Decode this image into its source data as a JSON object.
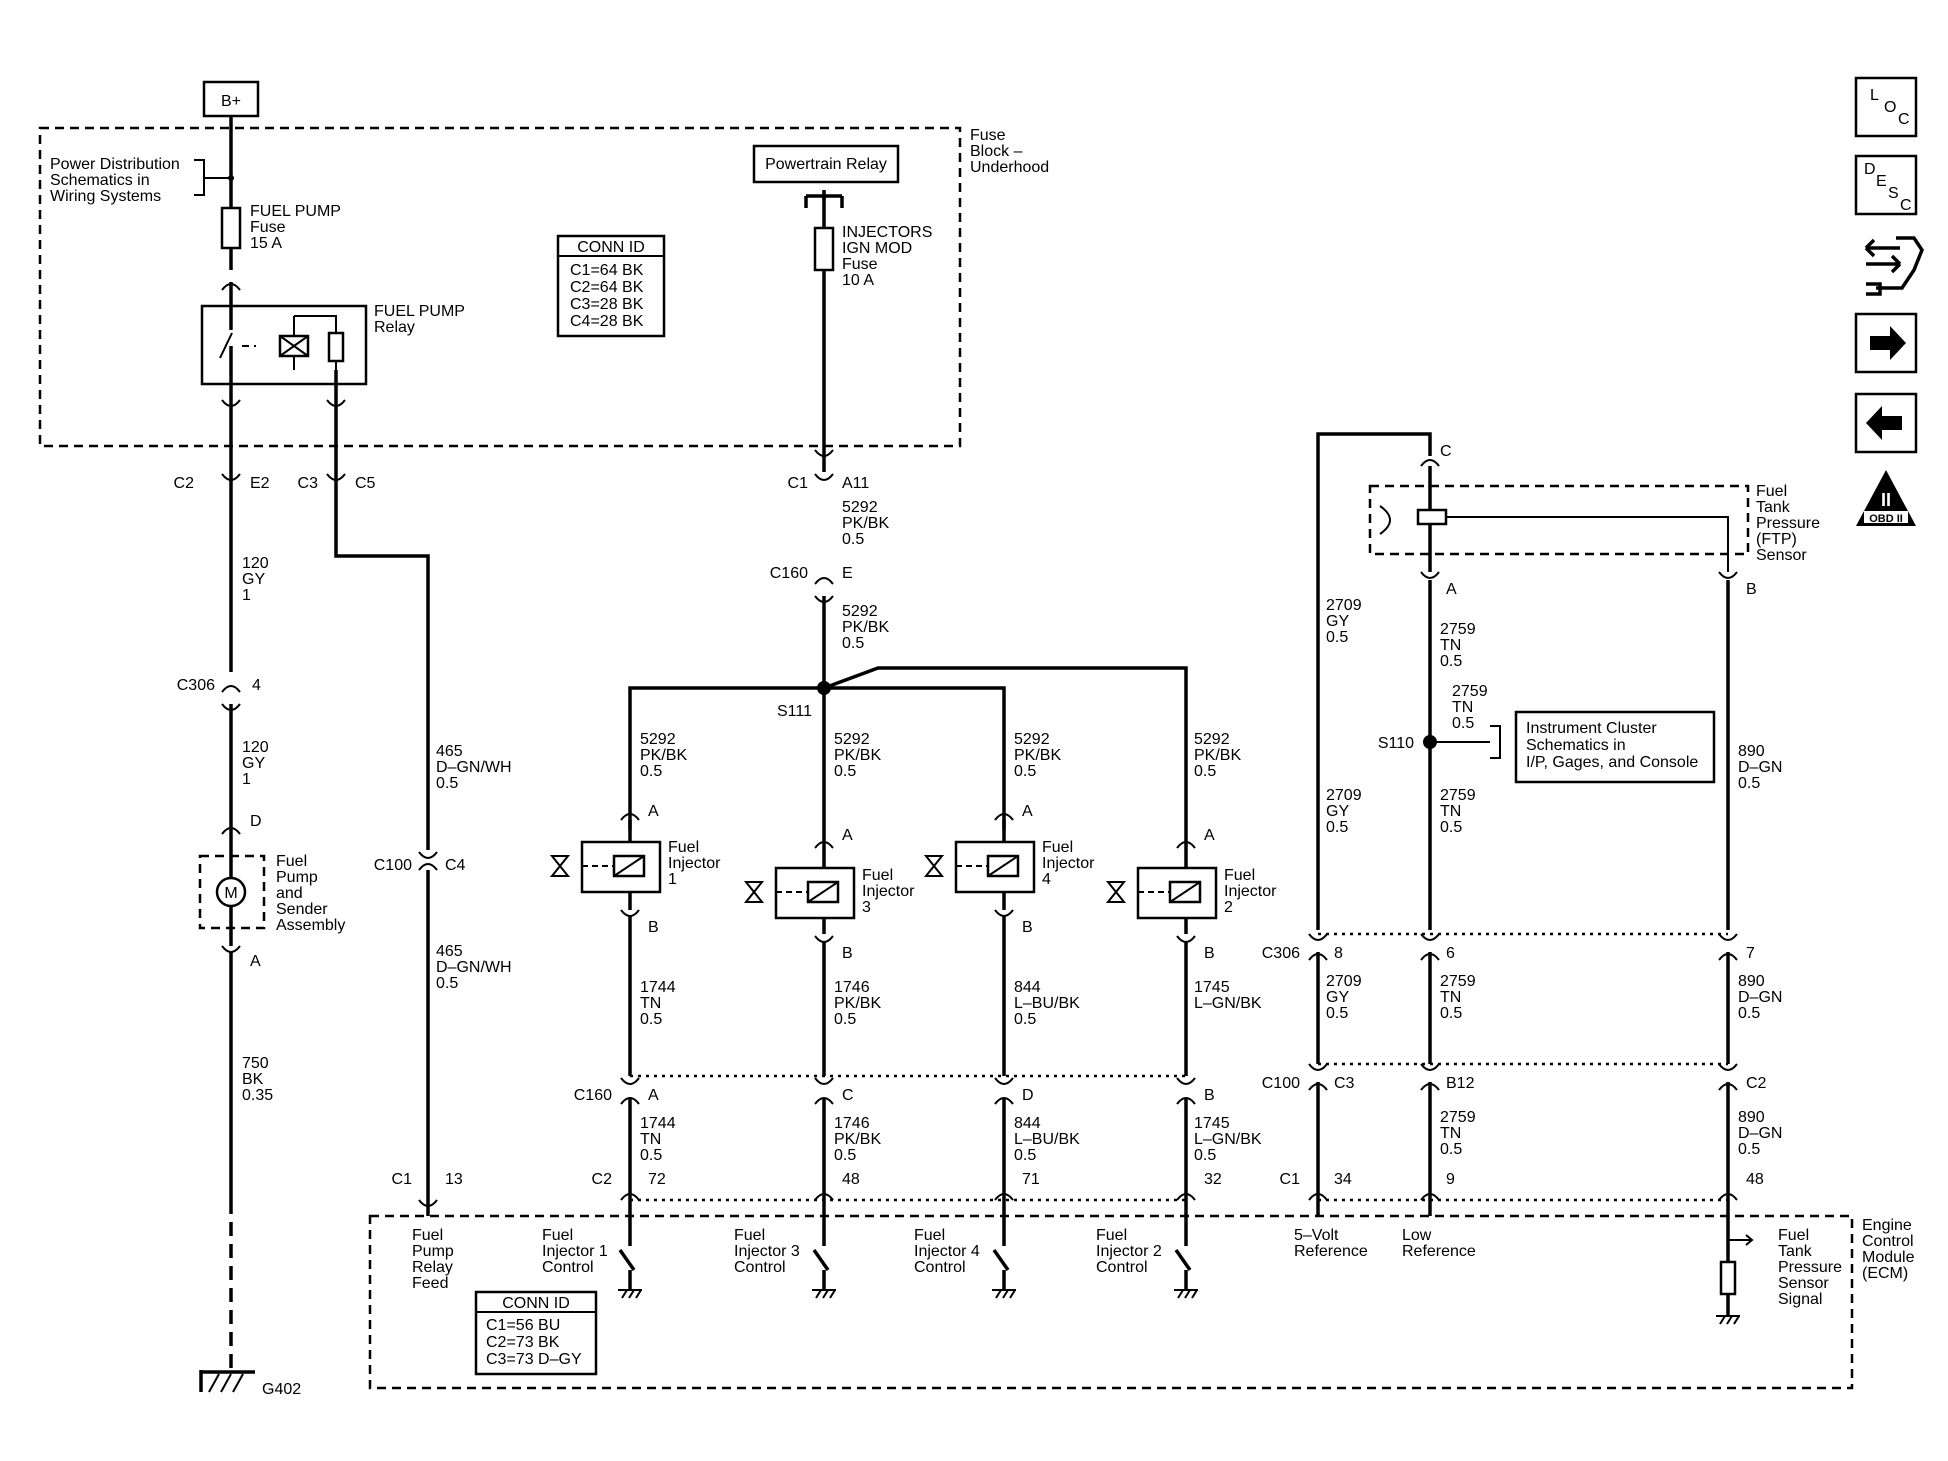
{
  "labels": {
    "bplus": "B+",
    "fuseblock": [
      "Fuse",
      "Block –",
      "Underhood"
    ],
    "pds": [
      "Power Distribution",
      "Schematics in",
      "Wiring Systems"
    ],
    "fp_fuse": [
      "FUEL PUMP",
      "Fuse",
      "15 A"
    ],
    "fp_relay": [
      "FUEL PUMP",
      "Relay"
    ],
    "conn1_title": "CONN ID",
    "conn1": [
      "C1=64 BK",
      "C2=64 BK",
      "C3=28 BK",
      "C4=28 BK"
    ],
    "pt_relay": "Powertrain Relay",
    "inj_fuse": [
      "INJECTORS",
      "IGN MOD",
      "Fuse",
      "10 A"
    ],
    "c2": "C2",
    "e2": "E2",
    "c3": "C3",
    "c5": "C5",
    "c1": "C1",
    "a11": "A11",
    "w5292": [
      "5292",
      "PK/BK",
      "0.5"
    ],
    "c160": "C160",
    "e": "E",
    "s111": "S111",
    "w120": [
      "120",
      "GY",
      "1"
    ],
    "c306": "C306",
    "p4": "4",
    "d": "D",
    "fp_asm": [
      "Fuel",
      "Pump",
      "and",
      "Sender",
      "Assembly"
    ],
    "a": "A",
    "b": "B",
    "c": "C",
    "m": "M",
    "w750": [
      "750",
      "BK",
      "0.35"
    ],
    "g402": "G402",
    "w465": [
      "465",
      "D–GN/WH",
      "0.5"
    ],
    "c100": "C100",
    "c4": "C4",
    "p13": "13",
    "inj1": [
      "Fuel",
      "Injector",
      "1"
    ],
    "inj3": [
      "Fuel",
      "Injector",
      "3"
    ],
    "inj4": [
      "Fuel",
      "Injector",
      "4"
    ],
    "inj2": [
      "Fuel",
      "Injector",
      "2"
    ],
    "w1744": [
      "1744",
      "TN",
      "0.5"
    ],
    "w1746": [
      "1746",
      "PK/BK",
      "0.5"
    ],
    "w844": [
      "844",
      "L–BU/BK",
      "0.5"
    ],
    "w1745": [
      "1745",
      "L–GN/BK"
    ],
    "w1745b": [
      "1745",
      "L–GN/BK",
      "0.5"
    ],
    "p72": "72",
    "p48": "48",
    "p71": "71",
    "p32": "32",
    "ecm_fprf": [
      "Fuel",
      "Pump",
      "Relay",
      "Feed"
    ],
    "ecm_i1": [
      "Fuel",
      "Injector 1",
      "Control"
    ],
    "ecm_i3": [
      "Fuel",
      "Injector 3",
      "Control"
    ],
    "ecm_i4": [
      "Fuel",
      "Injector 4",
      "Control"
    ],
    "ecm_i2": [
      "Fuel",
      "Injector 2",
      "Control"
    ],
    "conn2_title": "CONN ID",
    "conn2": [
      "C1=56 BU",
      "C2=73 BK",
      "C3=73 D–GY"
    ],
    "ftp": [
      "Fuel",
      "Tank",
      "Pressure",
      "(FTP)",
      "Sensor"
    ],
    "w2709": [
      "2709",
      "GY",
      "0.5"
    ],
    "w2759": [
      "2759",
      "TN",
      "0.5"
    ],
    "w890": [
      "890",
      "D–GN",
      "0.5"
    ],
    "s110": "S110",
    "ic": [
      "Instrument Cluster",
      "Schematics in",
      "I/P, Gages, and Console"
    ],
    "p8": "8",
    "p6": "6",
    "p7": "7",
    "c3b": "C3",
    "b12": "B12",
    "c2b": "C2",
    "p34": "34",
    "p9": "9",
    "ecm_5v": [
      "5–Volt",
      "Reference"
    ],
    "ecm_low": [
      "Low",
      "Reference"
    ],
    "ecm_ftp": [
      "Fuel",
      "Tank",
      "Pressure",
      "Sensor",
      "Signal"
    ],
    "ecm": [
      "Engine",
      "Control",
      "Module",
      "(ECM)"
    ],
    "loc": [
      "L",
      "O",
      "C"
    ],
    "desc": [
      "D",
      "E",
      "S",
      "C"
    ],
    "obd": "OBD II",
    "obd_roman": "II"
  },
  "icons": [
    "loc-button",
    "desc-button",
    "connector-locator-icon",
    "next-arrow-icon",
    "back-arrow-icon",
    "obd-ii-icon"
  ]
}
